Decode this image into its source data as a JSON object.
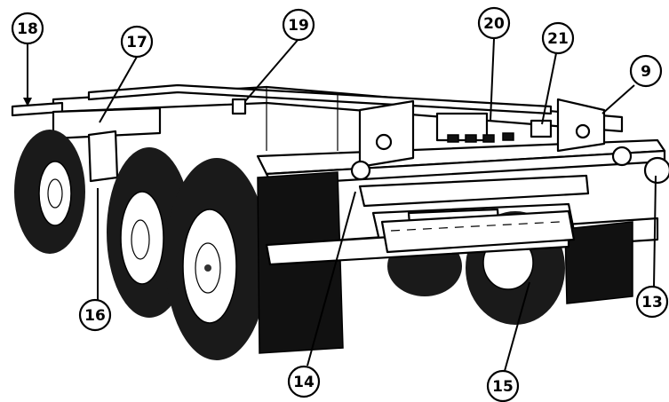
{
  "figure": {
    "colors": {
      "ink": "#000000",
      "paper": "#ffffff",
      "tire": "#1a1a1a"
    }
  },
  "callouts": [
    {
      "id": "c18",
      "label": "18"
    },
    {
      "id": "c17",
      "label": "17"
    },
    {
      "id": "c19",
      "label": "19"
    },
    {
      "id": "c20",
      "label": "20"
    },
    {
      "id": "c21",
      "label": "21"
    },
    {
      "id": "c9",
      "label": "9"
    },
    {
      "id": "c16",
      "label": "16"
    },
    {
      "id": "c14",
      "label": "14"
    },
    {
      "id": "c15",
      "label": "15"
    },
    {
      "id": "c13",
      "label": "13"
    }
  ]
}
